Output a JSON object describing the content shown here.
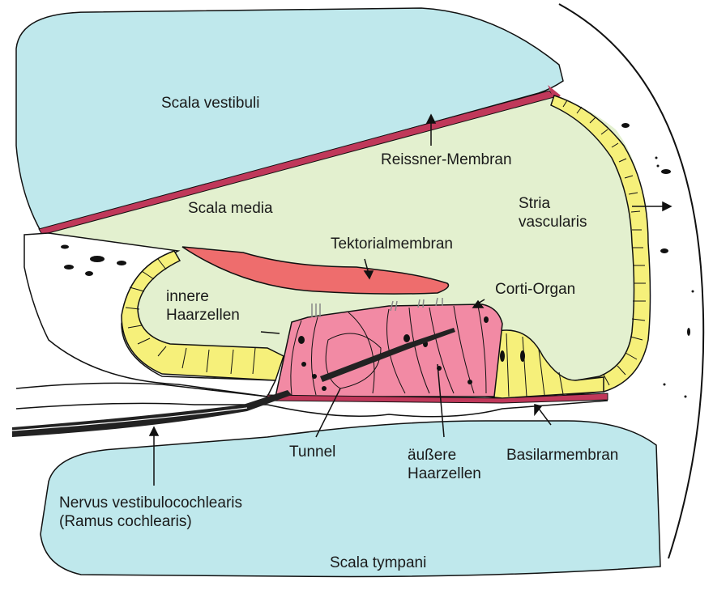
{
  "diagram": {
    "colors": {
      "scala_fluid": "#bfe8ec",
      "scala_media": "#e3f0cf",
      "membrane": "#c0385a",
      "tectorial": "#ee6d6d",
      "corti_organ": "#f28aa4",
      "support_cells": "#f6f07a",
      "outline": "#111111"
    },
    "labels": {
      "scala_vestibuli": "Scala vestibuli",
      "reissner_membran": "Reissner-Membran",
      "scala_media": "Scala media",
      "stria_line1": "Stria",
      "stria_line2": "vascularis",
      "tektorialmembran": "Tektorialmembran",
      "innere_line1": "innere",
      "innere_line2": "Haarzellen",
      "corti_organ": "Corti-Organ",
      "tunnel": "Tunnel",
      "aeussere_line1": "äußere",
      "aeussere_line2": "Haarzellen",
      "basilarmembran": "Basilarmembran",
      "nervus_line1": "Nervus vestibulocochlearis",
      "nervus_line2": "(Ramus cochlearis)",
      "scala_tympani": "Scala tympani"
    }
  }
}
